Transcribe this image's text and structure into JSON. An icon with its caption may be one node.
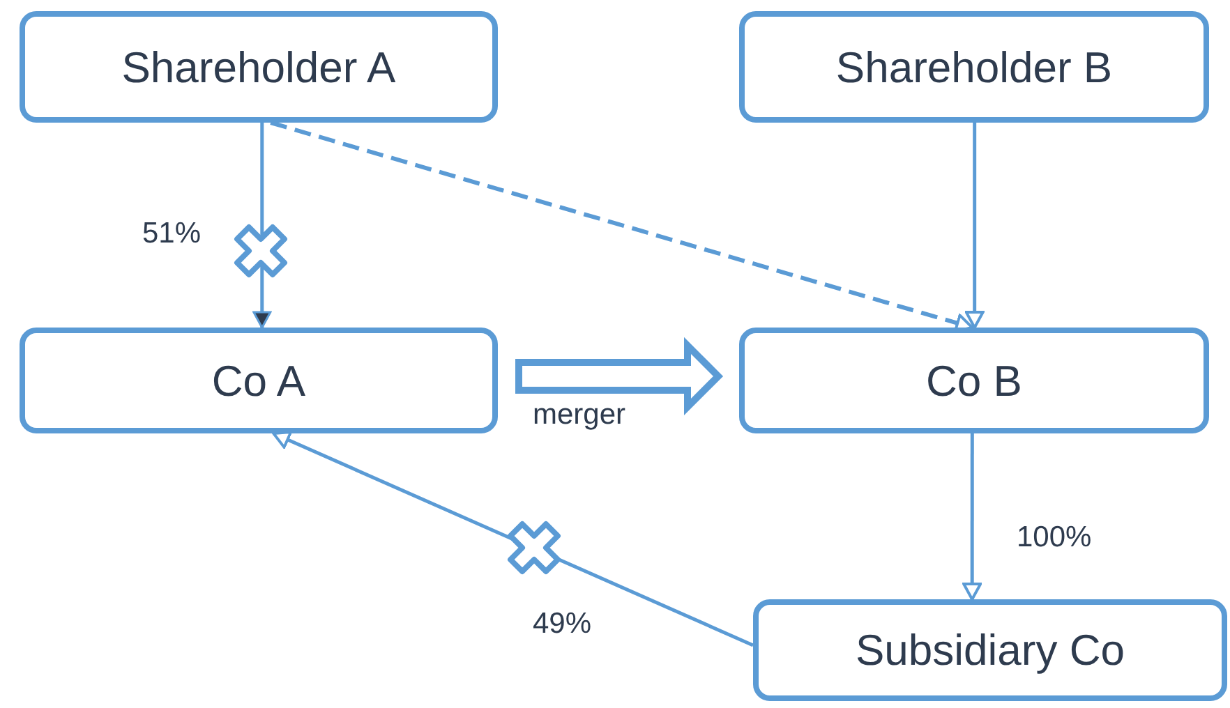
{
  "diagram": {
    "nodes": [
      {
        "text": [
          "Shareholder A"
        ]
      },
      {
        "text": [
          "Shareholder B"
        ]
      },
      {
        "text": [
          "Co A"
        ]
      },
      {
        "text": [
          "Co B"
        ]
      },
      {
        "text": [
          "Subsidiary Co"
        ]
      }
    ],
    "edges": [
      {
        "from": 0,
        "to": 2,
        "arrow": "to",
        "label": "51%"
      },
      {
        "from": 0,
        "to": 3,
        "arrow": "to",
        "style": "dashed"
      },
      {
        "from": 1,
        "to": 3,
        "arrow": "to"
      },
      {
        "from": 2,
        "to": 3,
        "arrow": "to",
        "label": "merger",
        "style": "thick"
      },
      {
        "from": 3,
        "to": 4,
        "arrow": "to",
        "label": "100%"
      },
      {
        "from": 4,
        "to": 2,
        "arrow": "to",
        "label": "49%"
      }
    ]
  }
}
